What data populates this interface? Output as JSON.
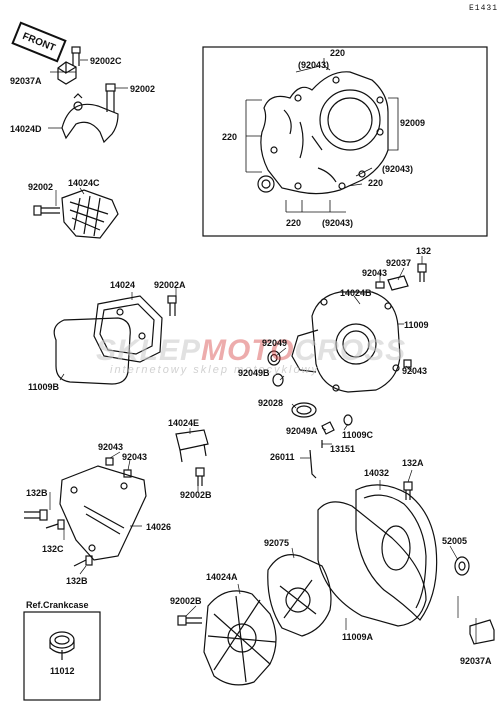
{
  "diagram_code": "E1431",
  "front_label": "FRONT",
  "reference_label": "Ref.Crankcase",
  "watermark": {
    "part1": "SKLEP",
    "part2": "MOTO",
    "part3": "CROSS",
    "sub": "internetowy sklep motocyklowy"
  },
  "labels": {
    "l92037A_tl": "92037A",
    "l92002C": "92002C",
    "l92002_tl": "92002",
    "l14024D": "14024D",
    "l92002_ml": "92002",
    "l14024C": "14024C",
    "l220_top": "220",
    "l92043_top": "(92043)",
    "l92009": "92009",
    "l220_left": "220",
    "l92043_right": "(92043)",
    "l220_right": "220",
    "l220_bot": "220",
    "l92043_bot": "(92043)",
    "l14024": "14024",
    "l92002A": "92002A",
    "l11009B": "11009B",
    "l132_top": "132",
    "l92037": "92037",
    "l92043_r1": "92043",
    "l14024B": "14024B",
    "l11009": "11009",
    "l92049": "92049",
    "l92049B": "92049B",
    "l92043_r2": "92043",
    "l92028": "92028",
    "l92049A": "92049A",
    "l11009C": "11009C",
    "l26011": "26011",
    "l13151": "13151",
    "l14024E": "14024E",
    "l92043_m1": "92043",
    "l92043_m2": "92043",
    "l92002B_m": "92002B",
    "l132B_1": "132B",
    "l14026": "14026",
    "l132C": "132C",
    "l132B_2": "132B",
    "l14032": "14032",
    "l132A": "132A",
    "l92075": "92075",
    "l52005": "52005",
    "l14024A": "14024A",
    "l92002B_b": "92002B",
    "l11009A": "11009A",
    "l92037A_b": "92037A",
    "l11012": "11012"
  }
}
